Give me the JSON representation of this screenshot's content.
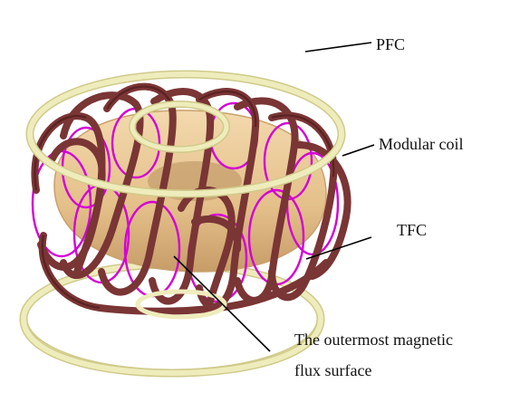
{
  "labels": {
    "pfc": "PFC",
    "modular_coil": "Modular coil",
    "tfc": "TFC",
    "flux_line1": "The  outermost  magnetic",
    "flux_line2": "flux surface"
  },
  "colors": {
    "pfc_ring": "#ece8b0",
    "pfc_ring_edge": "#cfca8a",
    "modular_coil": "#7a3535",
    "modular_coil_dark": "#5a2222",
    "tfc": "#d400d4",
    "flux_surface": "#e9c797",
    "flux_surface_shade": "#c9a06c",
    "leader_line": "#000000"
  },
  "components": [
    "PFC",
    "Modular coil",
    "TFC",
    "The outermost magnetic flux surface"
  ]
}
